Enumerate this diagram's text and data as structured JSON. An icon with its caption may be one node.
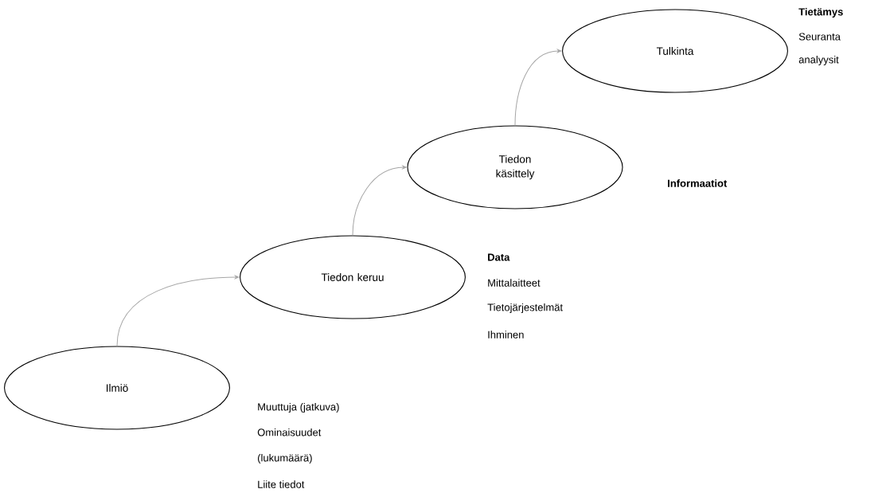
{
  "diagram": {
    "nodes": [
      {
        "text": [
          "Ilmiö"
        ]
      },
      {
        "text": [
          "Tiedon keruu"
        ]
      },
      {
        "text": [
          "Tiedon käsittely"
        ]
      },
      {
        "text": [
          "Tulkinta"
        ]
      }
    ],
    "edges": [
      {
        "from": 0,
        "to": 1,
        "arrow": "to"
      },
      {
        "from": 1,
        "to": 2,
        "arrow": "to"
      },
      {
        "from": 2,
        "to": 3,
        "arrow": "to"
      }
    ],
    "labels": [
      "Tietämys",
      "Seuranta",
      "analyysit",
      "Informaatiot",
      "Data",
      "Mittalaitteet",
      "Tietojärjestelmät",
      "Ihminen",
      "Muuttuja (jatkuva)",
      "Ominaisuudet (lukumäärä)",
      "Liite tiedot"
    ]
  }
}
